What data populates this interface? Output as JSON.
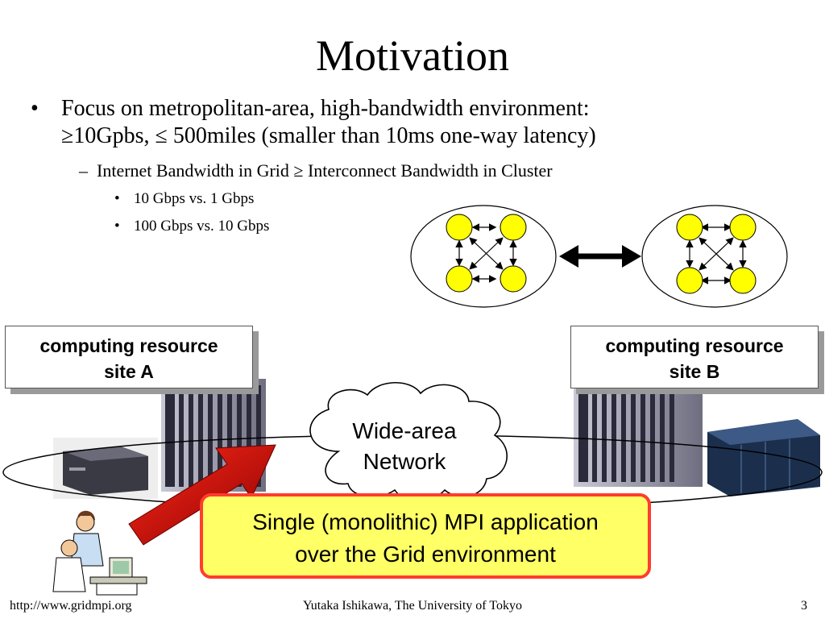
{
  "slide": {
    "title": "Motivation",
    "bullet1_marker": "•",
    "bullet1_line1": "Focus on metropolitan-area, high-bandwidth environment:",
    "bullet1_line2": "≥10Gpbs, ≤ 500miles (smaller than 10ms one-way latency)",
    "bullet2_marker": "–",
    "bullet2": "Internet Bandwidth in Grid  ≥ Interconnect Bandwidth in Cluster",
    "bullet3_marker": "•",
    "bullet3": [
      "10 Gbps vs. 1 Gbps",
      "100 Gbps vs. 10 Gbps"
    ]
  },
  "diagram": {
    "site_a": [
      "computing resource",
      "site A"
    ],
    "site_b": [
      "computing resource",
      "site B"
    ],
    "cloud": [
      "Wide-area",
      "Network"
    ],
    "mpi_box": [
      "Single (monolithic) MPI application",
      "over the Grid environment"
    ],
    "node_color": "#ffff00",
    "arrow_color": "#cc0000",
    "mpi_fill": "#ffff66",
    "mpi_border": "#ff3d2e"
  },
  "footer": {
    "left": "http://www.gridmpi.org",
    "center": "Yutaka Ishikawa, The University of Tokyo",
    "right": "3"
  }
}
